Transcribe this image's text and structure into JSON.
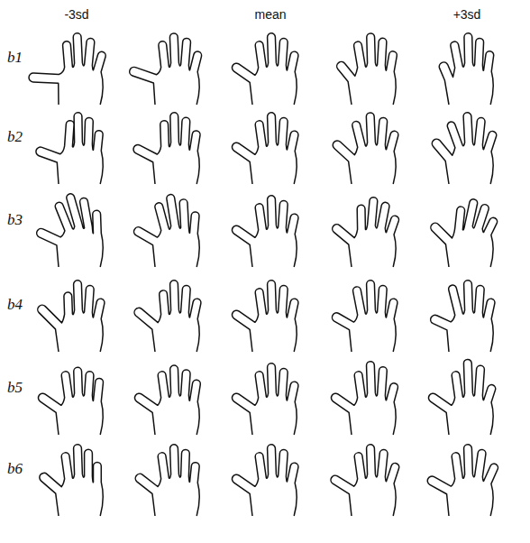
{
  "diagram": {
    "labels": [
      "-3sd",
      "mean",
      "+3sd",
      "b1",
      "b2",
      "b3",
      "b4",
      "b5",
      "b6"
    ]
  }
}
